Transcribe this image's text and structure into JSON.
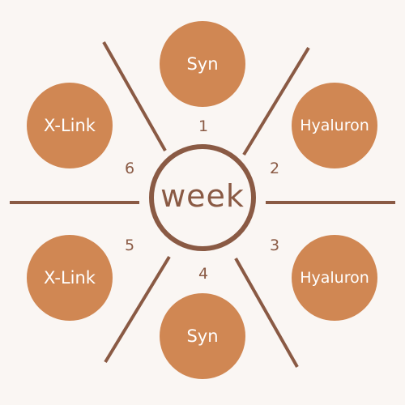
{
  "center": {
    "label": "week"
  },
  "nodes": [
    {
      "label": "Syn"
    },
    {
      "label": "Hyaluron"
    },
    {
      "label": "Hyaluron"
    },
    {
      "label": "Syn"
    },
    {
      "label": "X-Link"
    },
    {
      "label": "X-Link"
    }
  ],
  "numbers": [
    "1",
    "2",
    "3",
    "4",
    "5",
    "6"
  ],
  "colors": {
    "background": "#faf6f3",
    "node_fill": "#d08753",
    "accent": "#8a5a44",
    "node_text": "#ffffff"
  }
}
